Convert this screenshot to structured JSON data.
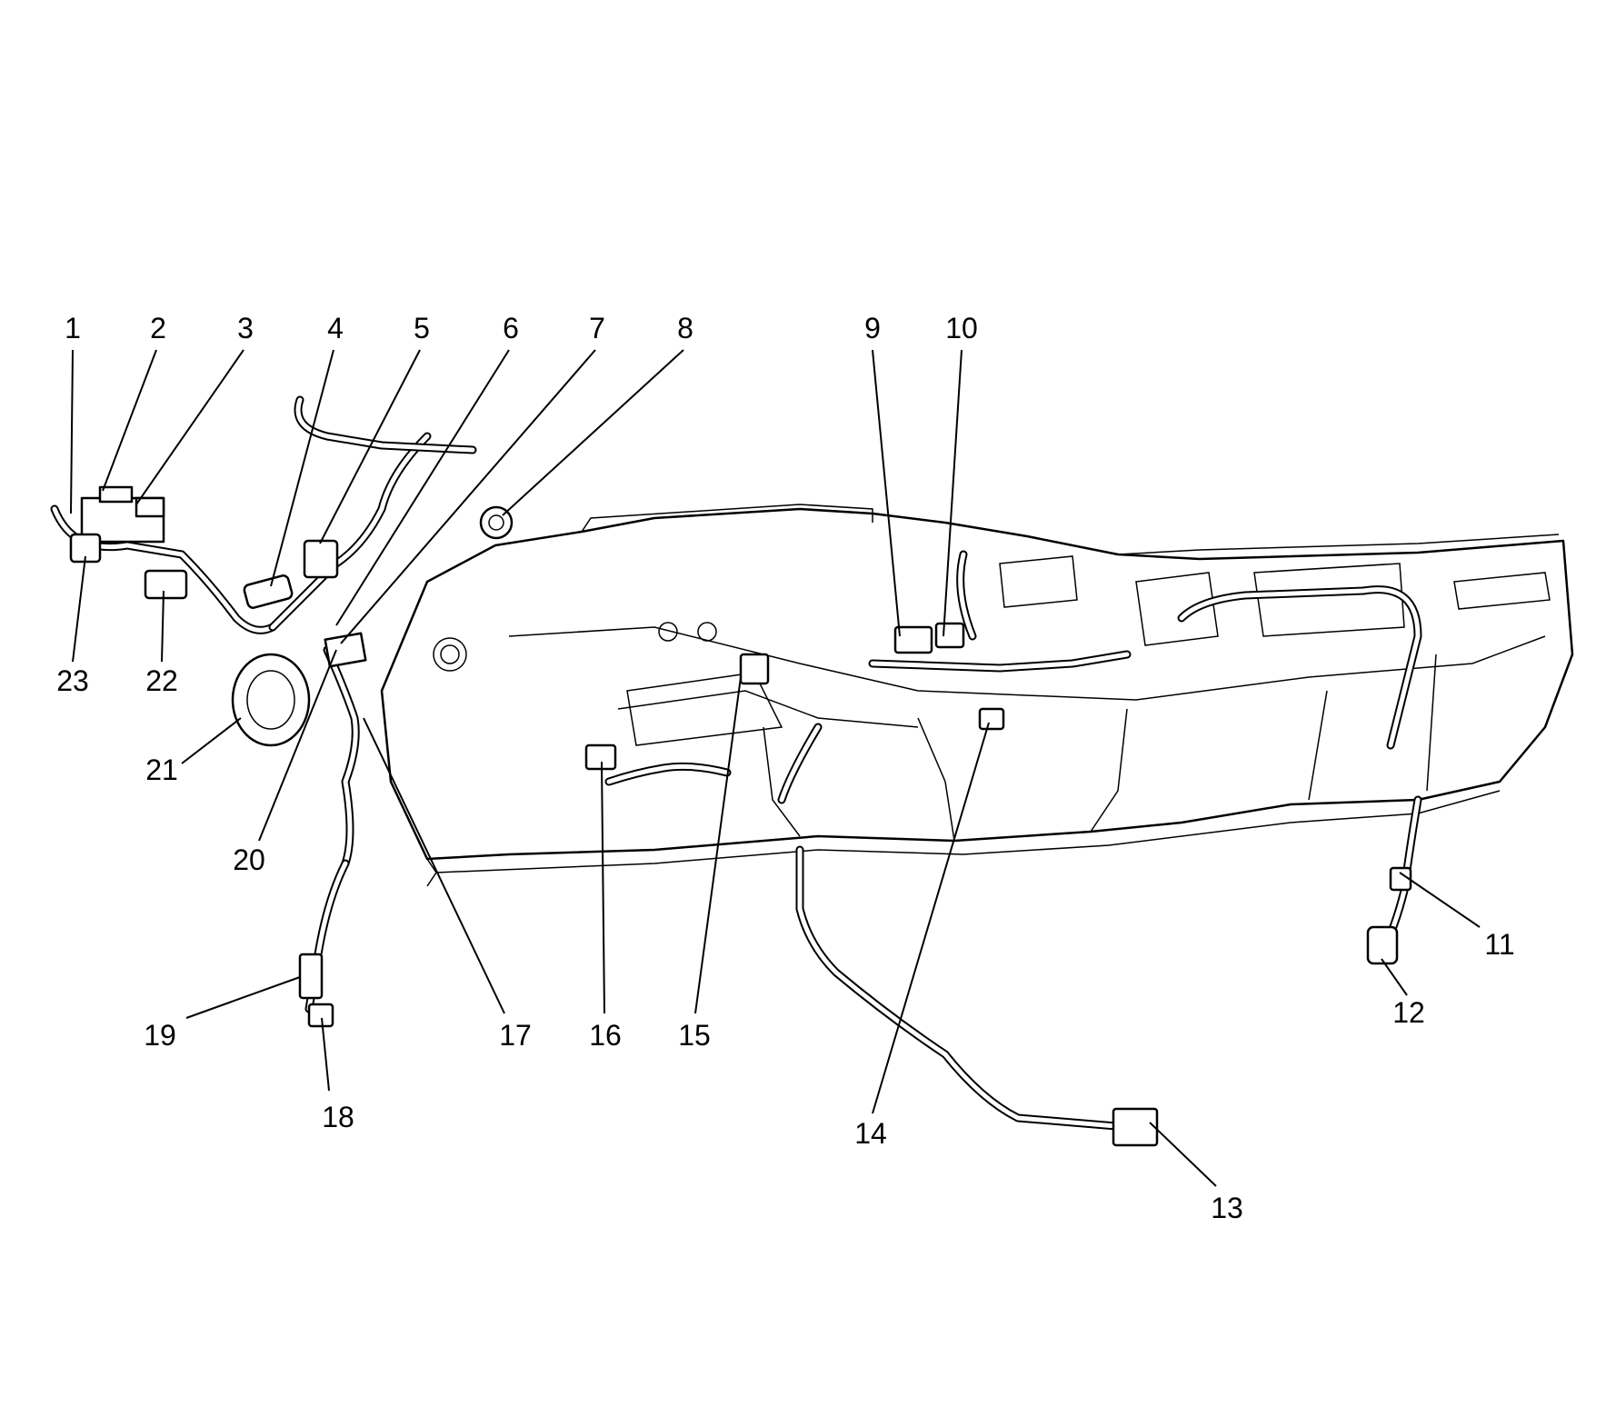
{
  "callouts": [
    "1",
    "2",
    "3",
    "4",
    "5",
    "6",
    "7",
    "8",
    "9",
    "10",
    "11",
    "12",
    "13",
    "14",
    "15",
    "16",
    "17",
    "18",
    "19",
    "20",
    "21",
    "22",
    "23"
  ],
  "icons": [
    "instrument-panel-wiring-harness"
  ]
}
